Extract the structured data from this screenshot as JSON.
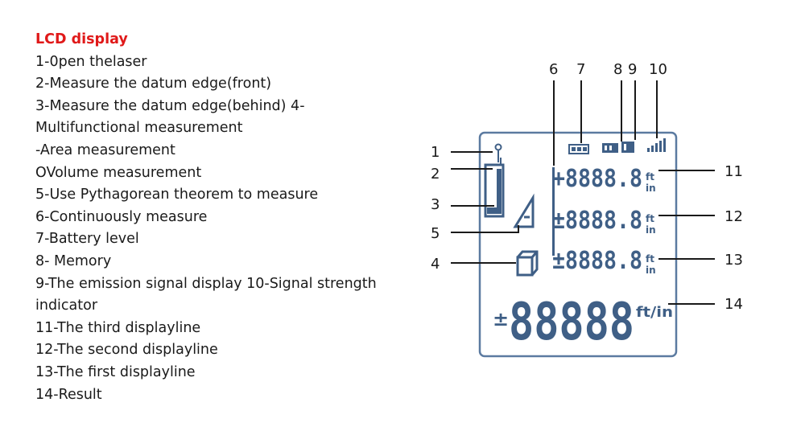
{
  "legend": {
    "title": "LCD display",
    "lines": [
      "1-0pen thelaser",
      "2-Measure the datum edge(front)",
      "3-Measure the datum edge(behind) 4-",
      "Multifunctional measurement",
      "-Area measurement",
      "OVolume measurement",
      "5-Use Pythagorean theorem to measure",
      "6-Continuously measure",
      "7-Battery level",
      "8- Memory",
      "9-The emission signal display 10-Signal strength",
      "indicator",
      "11-The third displayline",
      "12-The second displayline",
      "13-The first displayline",
      "14-Result"
    ]
  },
  "callouts": {
    "n1": "1",
    "n2": "2",
    "n3": "3",
    "n4": "4",
    "n5": "5",
    "n6": "6",
    "n7": "7",
    "n8": "8",
    "n9": "9",
    "n10": "10",
    "n11": "11",
    "n12": "12",
    "n13": "13",
    "n14": "14"
  },
  "lcd": {
    "line3_digits": "+8888.8",
    "line2_digits": "±8888.8",
    "line1_digits": "±8888.8",
    "result_digits": "88888",
    "unit_small_1": "ft",
    "unit_small_2": "in",
    "unit_big": "ft/in"
  },
  "colors": {
    "lcd": "#3f5f86",
    "frame": "#5b7aa0",
    "line": "#1a1a1a",
    "title": "#e01919"
  }
}
